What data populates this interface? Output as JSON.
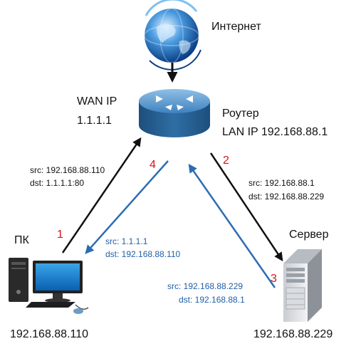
{
  "nodes": {
    "internet": {
      "label": "Интернет"
    },
    "router": {
      "label": "Роутер",
      "wan_label": "WAN IP",
      "wan_ip": "1.1.1.1",
      "lan_label": "LAN IP 192.168.88.1"
    },
    "pc": {
      "label": "ПК",
      "ip": "192.168.88.110"
    },
    "server": {
      "label": "Сервер",
      "ip": "192.168.88.229"
    }
  },
  "flows": [
    {
      "step": "1",
      "src": "src: 192.168.88.110",
      "dst": "dst: 1.1.1.1:80"
    },
    {
      "step": "2",
      "src": "src: 192.168.88.1",
      "dst": "dst: 192.168.88.229"
    },
    {
      "step": "3",
      "src": "src: 192.168.88.229",
      "dst": "dst: 192.168.88.1"
    },
    {
      "step": "4",
      "src": "src: 1.1.1.1",
      "dst": "dst: 192.168.88.110"
    }
  ],
  "colors": {
    "request_arrow": "#111111",
    "response_arrow": "#2a6db3",
    "step_number": "#d0161b",
    "router_body": "#2f6ea4"
  },
  "icons": [
    "globe-icon",
    "router-icon",
    "pc-icon",
    "server-icon"
  ]
}
